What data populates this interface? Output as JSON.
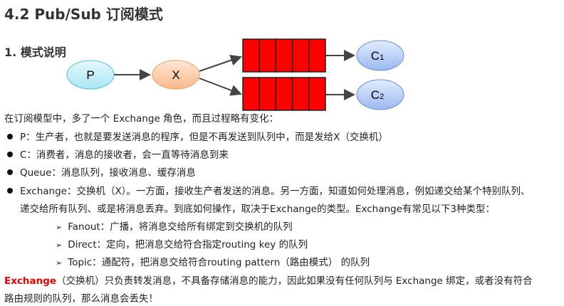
{
  "title": "4.2 Pub/Sub 订阅模式",
  "section": "1. 模式说明",
  "diagram": {
    "producer": "P",
    "exchange": "X",
    "consumer1": "C",
    "consumer1_sub": "1",
    "consumer2": "C",
    "consumer2_sub": "2"
  },
  "intro": "在订阅模型中，多了一个 Exchange 角色，而且过程略有变化：",
  "bullets": [
    "P：生产者，也就是要发送消息的程序，但是不再发送到队列中，而是发给X（交换机）",
    "C：消费者，消息的接收者，会一直等待消息到来",
    "Queue：消息队列，接收消息、缓存消息",
    "Exchange：交换机（X）。一方面，接收生产者发送的消息。另一方面，知道如何处理消息，例如递交给某个特别队列、",
    "递交给所有队列、或是将消息丢弃。到底如何操作，取决于Exchange的类型。Exchange有常见以下3种类型："
  ],
  "sub_bullets": [
    "Fanout：广播，将消息交给所有绑定到交换机的队列",
    "Direct：定向，把消息交给符合指定routing key 的队列",
    "Topic：通配符，把消息交给符合routing pattern（路由模式） 的队列"
  ],
  "note_highlight": "Exchange",
  "note_rest": "（交换机）只负责转发消息，不具备存储消息的能力，因此如果没有任何队列与 Exchange 绑定，或者没有符合",
  "note_line2": "路由规则的队列，那么消息会丢失！",
  "colors": {
    "queue": "#ff0000",
    "highlight": "#e00000"
  }
}
